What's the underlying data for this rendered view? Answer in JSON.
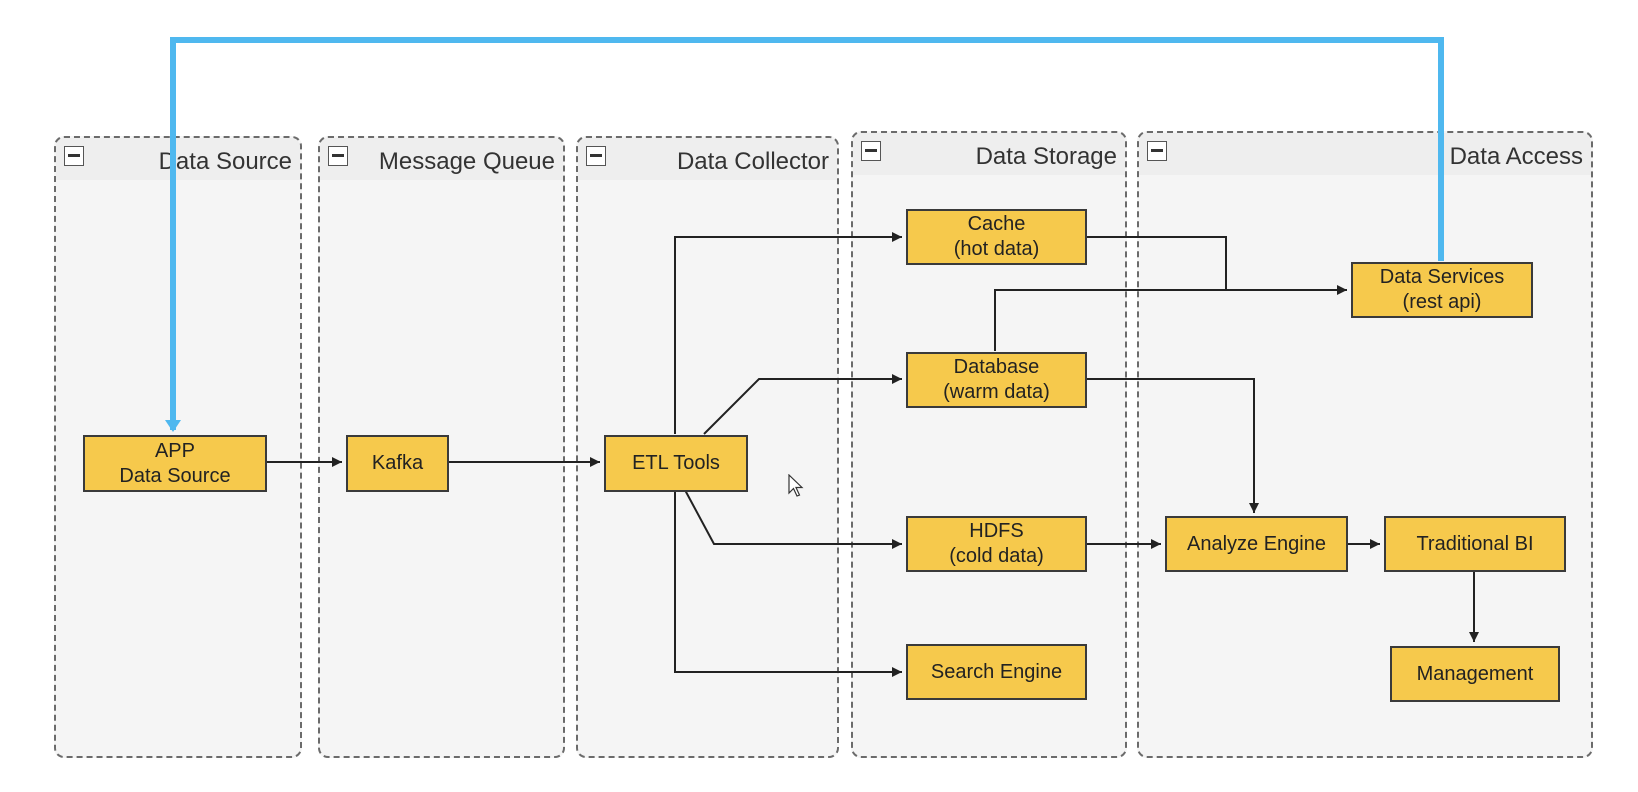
{
  "lanes": [
    {
      "id": "data-source",
      "title": "Data Source"
    },
    {
      "id": "message-queue",
      "title": "Message Queue"
    },
    {
      "id": "data-collector",
      "title": "Data Collector"
    },
    {
      "id": "data-storage",
      "title": "Data Storage"
    },
    {
      "id": "data-access",
      "title": "Data Access"
    }
  ],
  "nodes": {
    "app": "APP\nData Source",
    "kafka": "Kafka",
    "etl": "ETL Tools",
    "cache": "Cache\n(hot data)",
    "database": "Database\n(warm data)",
    "hdfs": "HDFS\n(cold data)",
    "search": "Search Engine",
    "services": "Data Services\n(rest api)",
    "analyze": "Analyze Engine",
    "bi": "Traditional BI",
    "management": "Management"
  },
  "colors": {
    "node_fill": "#f6c94c",
    "node_border": "#3a3a3a",
    "lane_border": "#6b6b6b",
    "lane_fill": "#f5f5f5",
    "edge": "#222222",
    "feedback_edge": "#4fb8ef"
  },
  "edges": [
    {
      "from": "app",
      "to": "kafka"
    },
    {
      "from": "kafka",
      "to": "etl"
    },
    {
      "from": "etl",
      "to": "cache"
    },
    {
      "from": "etl",
      "to": "database"
    },
    {
      "from": "etl",
      "to": "hdfs"
    },
    {
      "from": "etl",
      "to": "search"
    },
    {
      "from": "cache",
      "to": "services"
    },
    {
      "from": "database",
      "to": "services"
    },
    {
      "from": "database",
      "to": "analyze"
    },
    {
      "from": "hdfs",
      "to": "analyze"
    },
    {
      "from": "analyze",
      "to": "bi"
    },
    {
      "from": "bi",
      "to": "management"
    },
    {
      "from": "services",
      "to": "app",
      "style": "feedback"
    }
  ]
}
